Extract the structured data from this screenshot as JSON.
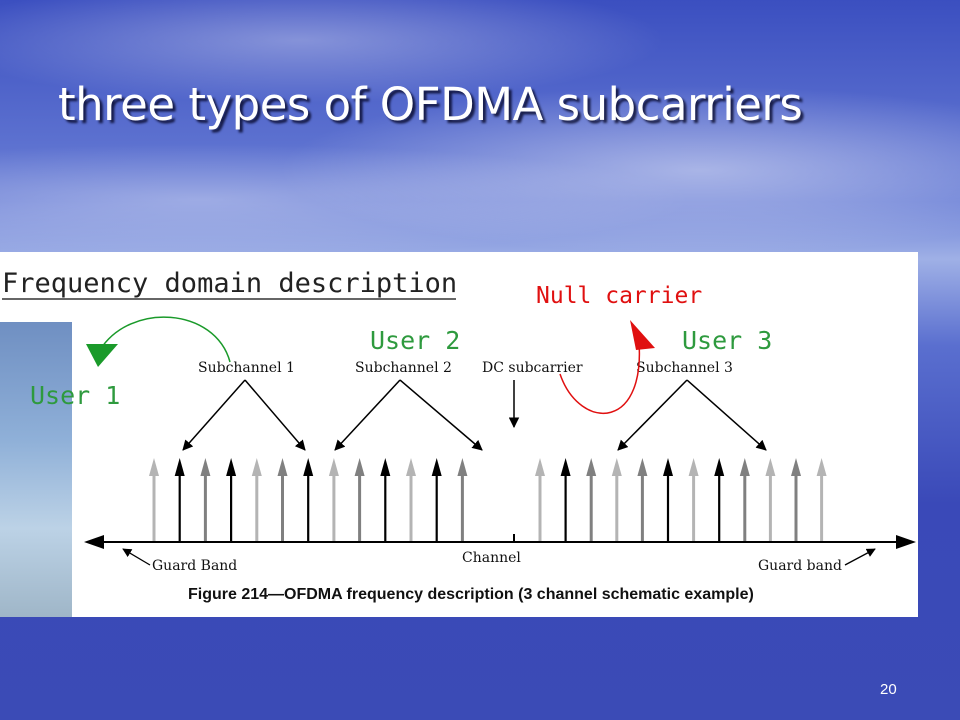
{
  "slide": {
    "title": "three types of OFDMA subcarriers",
    "page_number": "20"
  },
  "figure": {
    "heading": "Frequency domain description",
    "null_carrier_label": "Null carrier",
    "users": [
      {
        "label": "User 1",
        "color": "#2e9a3e"
      },
      {
        "label": "User 2",
        "color": "#2e9a3e"
      },
      {
        "label": "User 3",
        "color": "#2e9a3e"
      }
    ],
    "subchannels": [
      "Subchannel 1",
      "Subchannel 2",
      "Subchannel 3"
    ],
    "dc_subcarrier_label": "DC subcarrier",
    "channel_label": "Channel",
    "guard_band_left": "Guard Band",
    "guard_band_right": "Guard band",
    "caption": "Figure 214—OFDMA frequency description (3 channel schematic example)",
    "colors": {
      "black_carrier": "#000000",
      "dark_gray_carrier": "#808080",
      "light_gray_carrier": "#b4b4b4",
      "null_arrow": "#e01010",
      "user1_arrow": "#1a9a2a"
    },
    "carriers_left": [
      "light",
      "black",
      "gray",
      "black",
      "light",
      "gray",
      "black",
      "light",
      "gray",
      "black",
      "light",
      "black",
      "gray"
    ],
    "carriers_right": [
      "light",
      "black",
      "gray",
      "light",
      "gray",
      "black",
      "light",
      "black",
      "gray",
      "light",
      "gray",
      "light"
    ]
  }
}
